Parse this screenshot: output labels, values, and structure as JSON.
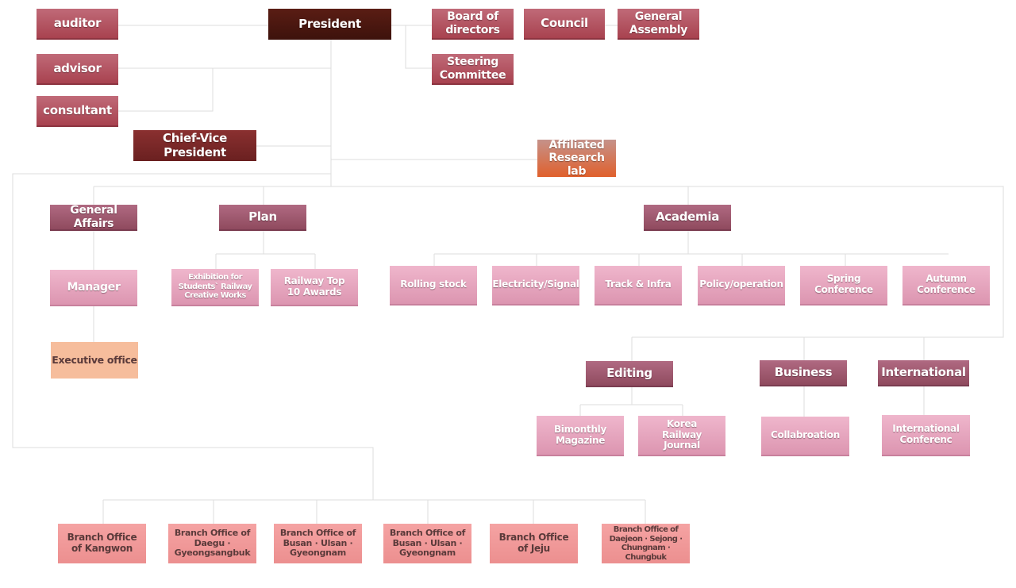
{
  "nodes": {
    "auditor": "auditor",
    "advisor": "advisor",
    "consultant": "consultant",
    "president": "President",
    "chief_vice_president": "Chief-Vice President",
    "board_of_directors": "Board of directors",
    "council": "Council",
    "general_assembly": "General Assembly",
    "steering_committee": "Steering Committee",
    "affiliated_research_lab": "Affiliated Research lab",
    "general_affairs": "General Affairs",
    "manager": "Manager",
    "executive_office": "Executive office",
    "plan": "Plan",
    "exhibition": "Exhibition for Students` Railway Creative Works",
    "railway_top10": "Railway Top 10 Awards",
    "academia": "Academia",
    "rolling_stock": "Rolling stock",
    "electricity_signal": "Electricity/Signal",
    "track_infra": "Track & Infra",
    "policy_operation": "Policy/operation",
    "spring_conference": "Spring Conference",
    "autumn_conference": "Autumn Conference",
    "editing": "Editing",
    "business": "Business",
    "international": "International",
    "bimonthly_magazine": "Bimonthly Magazine",
    "korea_railway_journal": "Korea Railway Journal",
    "collaboration": "Collabroation",
    "international_conference": "International Conferenc",
    "branch_kangwon": "Branch Office of Kangwon",
    "branch_daegu": "Branch Office of Daegu · Gyeongsangbuk",
    "branch_busan1": "Branch Office of Busan · Ulsan · Gyeongnam",
    "branch_busan2": "Branch Office of Busan · Ulsan · Gyeongnam",
    "branch_jeju": "Branch Office of Jeju",
    "branch_daejeon": "Branch Office of Daejeon · Sejong · Chungnam · Chungbuk"
  },
  "colors": {
    "connector": "#dddddd",
    "president": "#4a160f",
    "chief_vice_president": "#7a2828",
    "executive": "#b04a57",
    "department": "#9a5269",
    "committee": "#e6a4be",
    "executive_office": "#f6bd9c",
    "research_lab": "#e0602c",
    "branch_office": "#f19a9a"
  }
}
